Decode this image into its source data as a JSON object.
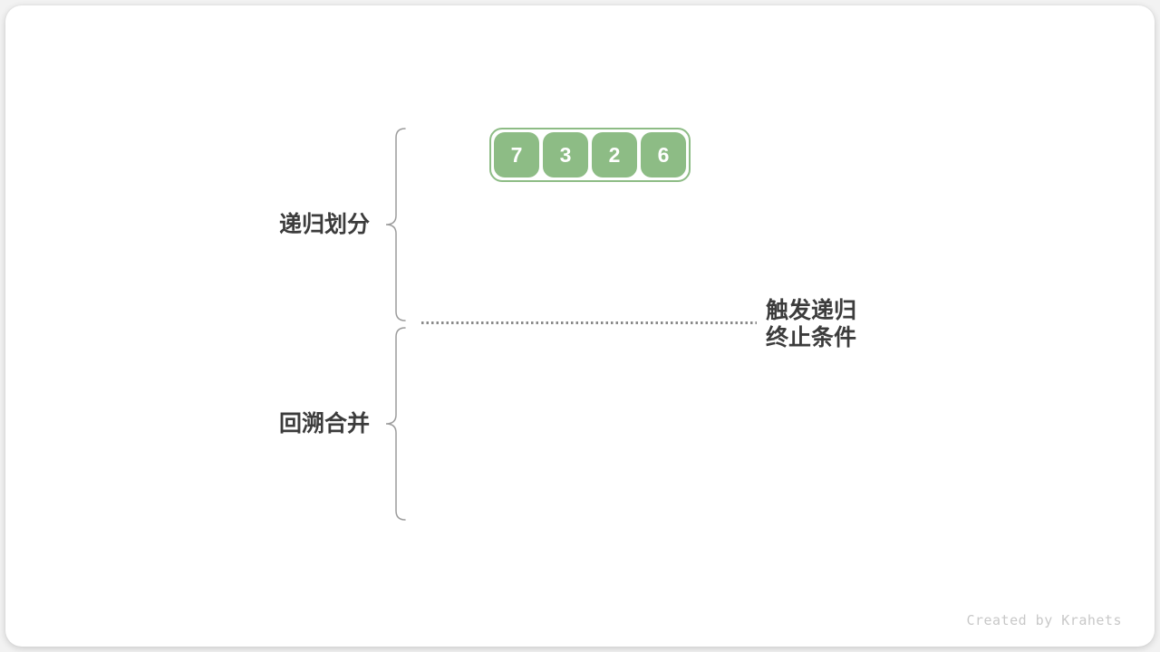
{
  "figure": {
    "phase_labels": [
      {
        "id": "divide",
        "text": "递归划分"
      },
      {
        "id": "merge",
        "text": "回溯合并"
      }
    ],
    "array_cells": [
      "7",
      "3",
      "2",
      "6"
    ],
    "annotation": {
      "line1": "触发递归",
      "line2": "终止条件"
    },
    "footer_credit": "Created by Krahets",
    "colors": {
      "cell_green": "#8dbc85",
      "cell_text": "#ffffff",
      "label_dark": "#3c3c3c",
      "brace_gray": "#9c9c9c",
      "dotted_gray": "#8a8a8a",
      "footer_gray": "#c8c8c8",
      "card_bg": "#ffffff"
    }
  }
}
